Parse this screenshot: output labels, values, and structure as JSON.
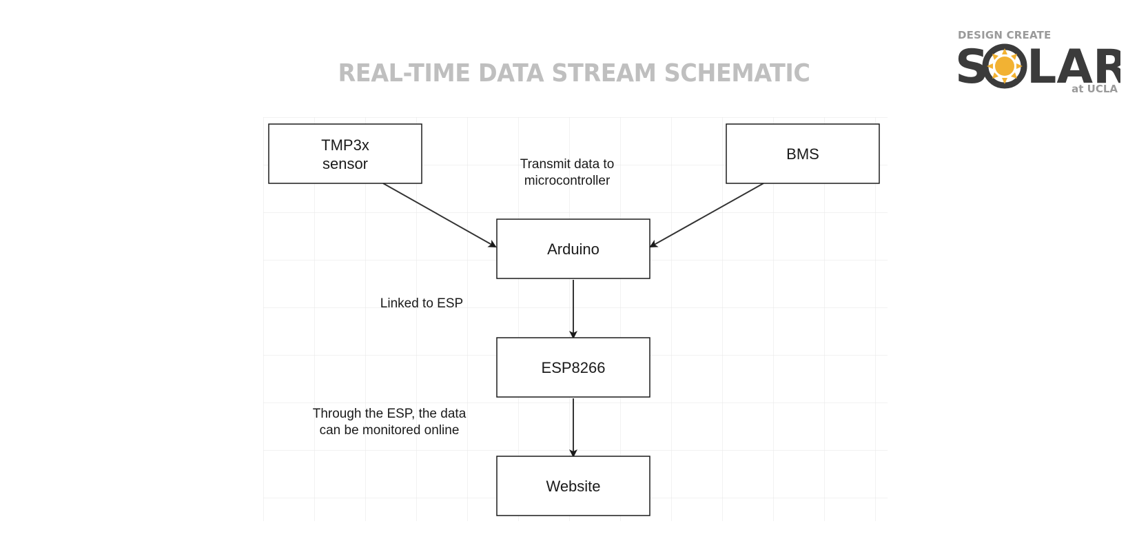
{
  "title": "REAL-TIME DATA STREAM SCHEMATIC",
  "logo": {
    "top_text": "DESIGN CREATE",
    "word": "SOLAR",
    "sub_text": "at UCLA",
    "colors": {
      "text": "#3b3b3b",
      "sun": "#f2b233",
      "small_text": "#9a9a9a"
    }
  },
  "nodes": {
    "tmp3x": [
      "TMP3x",
      "sensor"
    ],
    "bms": "BMS",
    "arduino": "Arduino",
    "esp": "ESP8266",
    "website": "Website"
  },
  "annotations": {
    "transmit": [
      "Transmit data to",
      "microcontroller"
    ],
    "linked": "Linked to ESP",
    "through": [
      "Through the ESP, the data",
      "can be monitored online"
    ]
  },
  "colors": {
    "title": "#bfbfbf",
    "box_border": "#1a1a1a",
    "grid": "#e6e6e6",
    "arrow": "#333333"
  }
}
